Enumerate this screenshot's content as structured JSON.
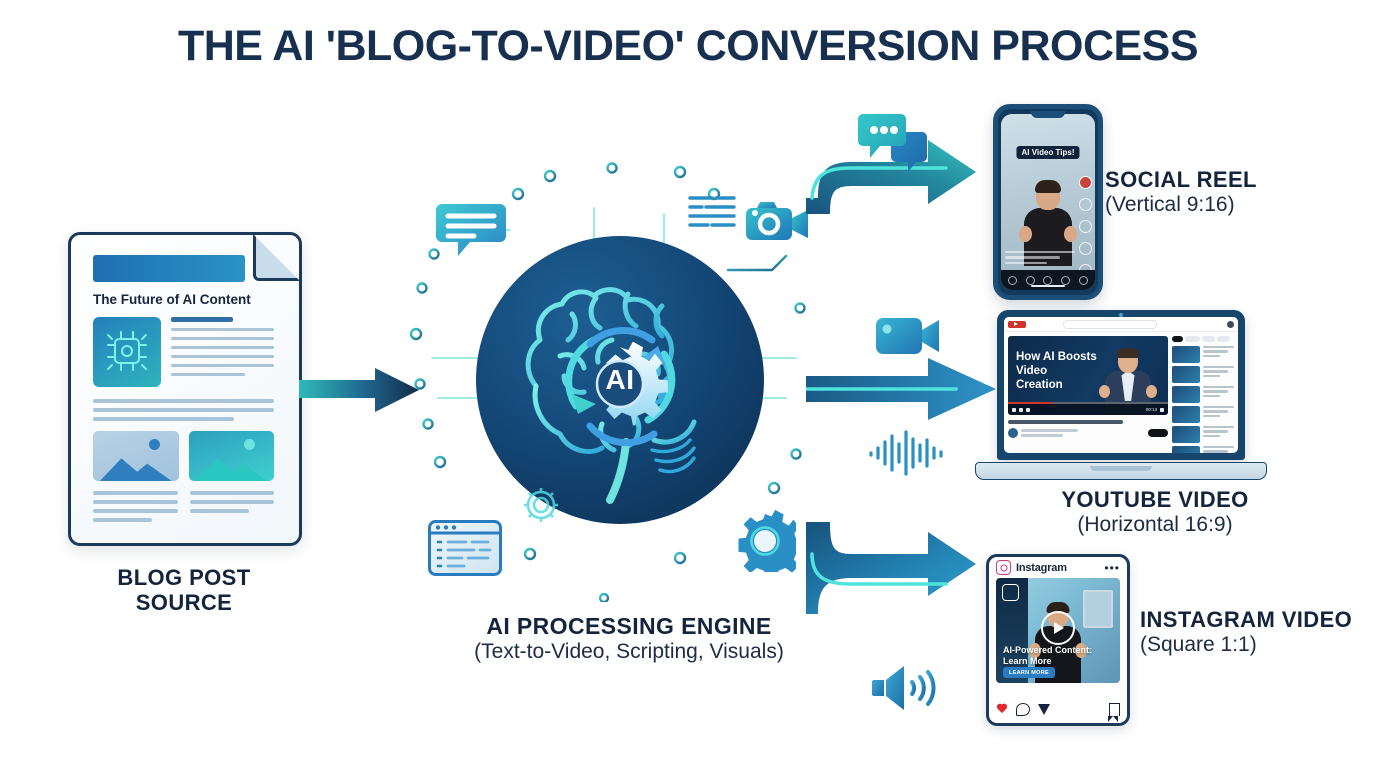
{
  "title": "THE AI 'BLOG-TO-VIDEO' CONVERSION PROCESS",
  "source": {
    "doc_title": "The Future of AI Content",
    "label_line1": "BLOG POST",
    "label_line2": "SOURCE",
    "thumb_icon": "ai-chip-icon"
  },
  "engine": {
    "badge": "AI",
    "label_line1": "AI PROCESSING ENGINE",
    "label_line2": "(Text-to-Video, Scripting, Visuals)",
    "icons": [
      "chat-bubble-icon",
      "audio-equalizer-icon",
      "video-camera-icon",
      "code-window-icon",
      "gear-icon"
    ]
  },
  "flow_icons": {
    "top": "chat-bubbles-icon",
    "middle_upper": "video-camera-icon",
    "middle_lower": "audio-waveform-icon",
    "bottom": "speaker-volume-icon"
  },
  "outputs": [
    {
      "id": "social-reel",
      "label_line1": "SOCIAL REEL",
      "label_line2": "(Vertical 9:16)",
      "device": "smartphone",
      "caption": "AI Video Tips!"
    },
    {
      "id": "youtube-video",
      "label_line1": "YOUTUBE VIDEO",
      "label_line2": "(Horizontal 16:9)",
      "device": "laptop",
      "video_title_lines": [
        "How AI Boosts",
        "Video",
        "Creation"
      ],
      "player_time": "00:13"
    },
    {
      "id": "instagram-video",
      "label_line1": "INSTAGRAM VIDEO",
      "label_line2": "(Square 1:1)",
      "device": "instagram-post",
      "brand": "Instagram",
      "caption_lines": [
        "AI-Powered Content:",
        "Learn More"
      ],
      "cta": "LEARN MORE"
    }
  ],
  "colors": {
    "title_navy": "#17304f",
    "deep_navy": "#0d2f52",
    "brand_blue": "#2a7cc0",
    "cyan": "#3fd0cf",
    "teal": "#2fb3bd",
    "background": "#ffffff"
  }
}
